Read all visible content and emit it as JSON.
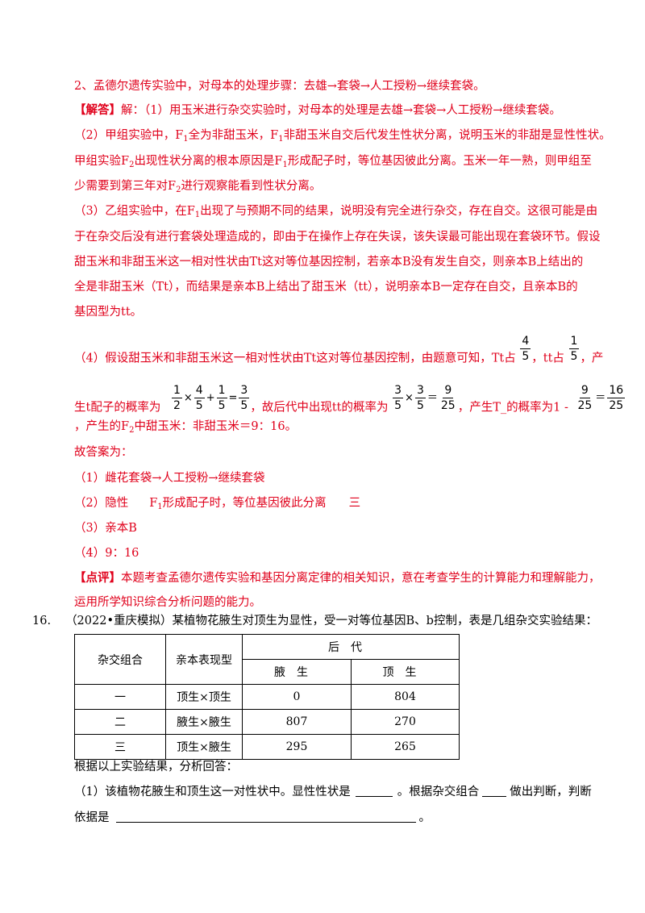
{
  "l1": "2、孟德尔遗传实验中，对母本的处理步骤：去雄→套袋→人工授粉→继续套袋。",
  "l2_tag": "【解答】",
  "l2": "解：（1）用玉米进行杂交实验时，对母本的处理是去雄→套袋→人工授粉→继续套袋。",
  "l3": {
    "a": "（2）甲组实验中，F",
    "b": "全为非甜玉米，F",
    "c": "非甜玉米自交后代发生性状分离，说明玉米的非甜是显性性状。"
  },
  "l4": {
    "a": "甲组实验F",
    "b": "出现性状分离的根本原因是F",
    "c": "形成配子时，等位基因彼此分离。玉米一年一熟，则甲组至"
  },
  "l5": {
    "a": "少需要到第三年对F",
    "b": "进行观察能看到性状分离。"
  },
  "l6": {
    "a": "（3）乙组实验中，在F",
    "b": "出现了与预期不同的结果，说明没有完全进行杂交，存在自交。这很可能是由"
  },
  "l7": "于在杂交后没有进行套袋处理造成的，即由于在操作上存在失误，该失误最可能出现在套袋环节。假设",
  "l8": "甜玉米和非甜玉米这一相对性状由Tt这对等位基因控制，若亲本B没有发生自交，则亲本B上结出的",
  "l9": "全是非甜玉米（Tt），而结果是亲本B上结出了甜玉米（tt），说明亲本B一定存在自交，且亲本B的",
  "l10": "基因型为tt。",
  "l11": {
    "a": "（4）假设甜玉米和非甜玉米这一相对性状由Tt这对等位基因控制，由题意可知，Tt占",
    "b": "，tt占",
    "c": "，产"
  },
  "l12": {
    "a": "生t配子的概率为",
    "b": "，故后代中出现tt的概率为",
    "c": "，产生T_的概率为1 -"
  },
  "l13": {
    "a": "，产生的F",
    "b": "中甜玉米：非甜玉米＝9：16。"
  },
  "math": {
    "one": "1",
    "two": "2",
    "three": "3",
    "four": "4",
    "five": "5",
    "nine": "9",
    "sixteen": "16",
    "twentyfive": "25",
    "times": "×",
    "plus": "+",
    "eq": "=",
    "eq2": "＝"
  },
  "sub1": "1",
  "sub2": "2",
  "answer_head": "故答案为：",
  "ans1": "（1）雌花套袋→人工授粉→继续套袋",
  "ans2": {
    "a": "（2）隐性",
    "b": "F",
    "c": "形成配子时，等位基因彼此分离",
    "d": "三"
  },
  "ans3": "（3）亲本B",
  "ans4": "（4）9：16",
  "comment_tag": "【点评】",
  "comment1": "本题考查孟德尔遗传实验和基因分离定律的相关知识，意在考查学生的计算能力和理解能力，",
  "comment2": "运用所学知识综合分析问题的能力。",
  "q16": {
    "num": "16.",
    "text": "（2022•重庆模拟）某植物花腋生对顶生为显性，受一对等位基因B、b控制，表是几组杂交实验结果："
  },
  "table": {
    "h_combo": "杂交组合",
    "h_parent": "亲本表现型",
    "h_off": "后代",
    "h_axil": "腋生",
    "h_term": "顶生",
    "rows": [
      {
        "combo": "一",
        "parent": "顶生×顶生",
        "axil": "0",
        "term": "804"
      },
      {
        "combo": "二",
        "parent": "腋生×腋生",
        "axil": "807",
        "term": "270"
      },
      {
        "combo": "三",
        "parent": "顶生×腋生",
        "axil": "295",
        "term": "265"
      }
    ]
  },
  "q_a": "根据以上实验结果，分析回答：",
  "q_b": {
    "a": "（1）该植物花腋生和顶生这一对性状中。显性性状是",
    "b": "。根据杂交组合",
    "c": "做出判断，判断"
  },
  "q_c": {
    "a": "依据是",
    "b": "。"
  }
}
